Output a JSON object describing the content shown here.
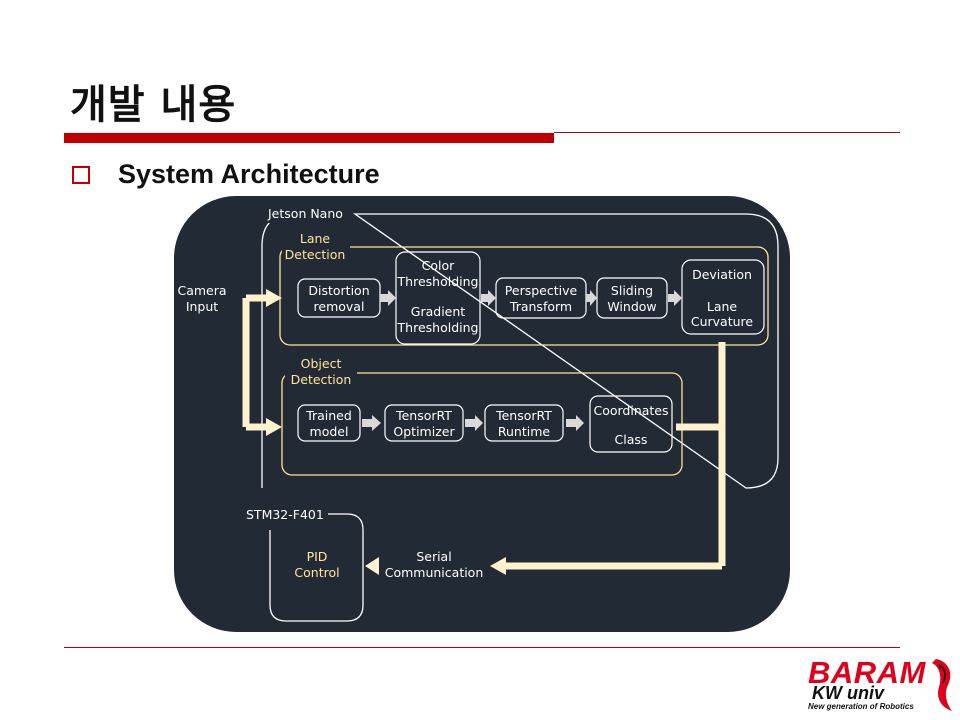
{
  "slide": {
    "title": "개발 내용",
    "section": "System Architecture"
  },
  "diagram": {
    "jetson_label": "Jetson Nano",
    "camera_input": [
      "Camera",
      "Input"
    ],
    "lane_group": [
      "Lane",
      "Detection"
    ],
    "object_group": [
      "Object",
      "Detection"
    ],
    "lane_steps": {
      "distortion": [
        "Distortion",
        "removal"
      ],
      "thresholding": [
        "Color",
        "Thresholding",
        "Gradient",
        "Thresholding"
      ],
      "perspective": [
        "Perspective",
        "Transform"
      ],
      "sliding": [
        "Sliding",
        "Window"
      ],
      "deviation": [
        "Deviation",
        "Lane",
        "Curvature"
      ]
    },
    "object_steps": {
      "trained": [
        "Trained",
        "model"
      ],
      "optimizer": [
        "TensorRT",
        "Optimizer"
      ],
      "runtime": [
        "TensorRT",
        "Runtime"
      ],
      "coordinates": [
        "Coordinates",
        "Class"
      ]
    },
    "stm_label": "STM32-F401",
    "pid": [
      "PID",
      "Control"
    ],
    "serial": [
      "Serial",
      "Communication"
    ]
  },
  "logo": {
    "name": "BARAM",
    "subtitle": "KW univ",
    "tagline": "New generation of Robotics"
  },
  "colors": {
    "accent_red": "#c00000",
    "panel": "#222a35",
    "arrow_cream": "#fff2cc",
    "group_yellow": "#ffe699",
    "logo_red": "#e0001b"
  }
}
